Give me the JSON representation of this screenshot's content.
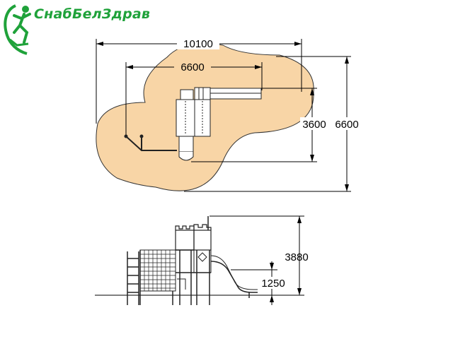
{
  "logo": {
    "brand_name": "СнабБелЗдрав",
    "brand_color": "#1fa23a",
    "icon": "jumping-figure-icon"
  },
  "plan_view": {
    "overall_width": "10100",
    "structure_width": "6600",
    "structure_depth": "3600",
    "overall_depth": "6600",
    "zone_color": "#f8d5a6"
  },
  "elevation_view": {
    "total_height": "3880",
    "platform_height": "1250"
  }
}
